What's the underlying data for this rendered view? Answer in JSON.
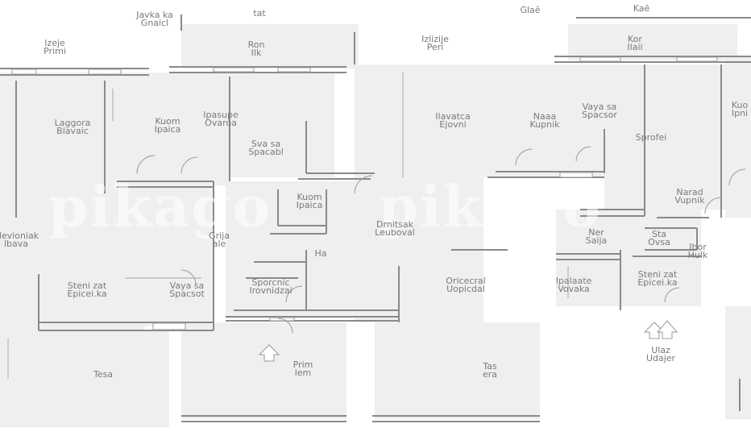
{
  "labels": {
    "l1": "Javka ka\nGnaicl",
    "l2": "tat",
    "l3": "Glaē",
    "l4": "Kaē",
    "l5": "Izeje\nPrimi",
    "l6": "Ron\nIlk",
    "l7": "Izlizije\nPeri",
    "l8": "Kor\nIlaii",
    "l9": "Laggora\nBlavaic",
    "l10": "Kuom\nIpaica",
    "l11": "Ipasupe\nOvaroa",
    "l12": "Sva sa\nSpacabl",
    "l13": "Ilavatca\nEjovni",
    "l14": "Naaa\nKupnik",
    "l15": "Vaya sa\nSpacsor",
    "l16": "Kuo\nIpni",
    "l17": "Sprofei",
    "l18": "Kuom\nIpaica",
    "l19": "Narad\nVupnik",
    "l20": "Drnitsak\nLeuboval",
    "l21": "Grija\nale",
    "l22": "Elevioniak\nlbava",
    "l23": "Ner\nSaija",
    "l24": "Sta\nOvsa",
    "l25": "Ibor\nHulk",
    "l26": "Ha",
    "l27": "Steni zat\nEpicei.ka",
    "l28": "Vaya sa\nSpacsot",
    "l29": "Sporcnic\nIrovnidzai",
    "l30": "Oricecral\nUopicdal",
    "l31": "Ipalaate\nVovaka",
    "l32": "Steni zat\nEpicei.ka",
    "l33": "Ulaz\nUdajer",
    "l34": "Tesa",
    "l35": "Prim\nlem",
    "l36": "Tas\nera"
  },
  "watermark": [
    "pikago",
    "pikago"
  ]
}
